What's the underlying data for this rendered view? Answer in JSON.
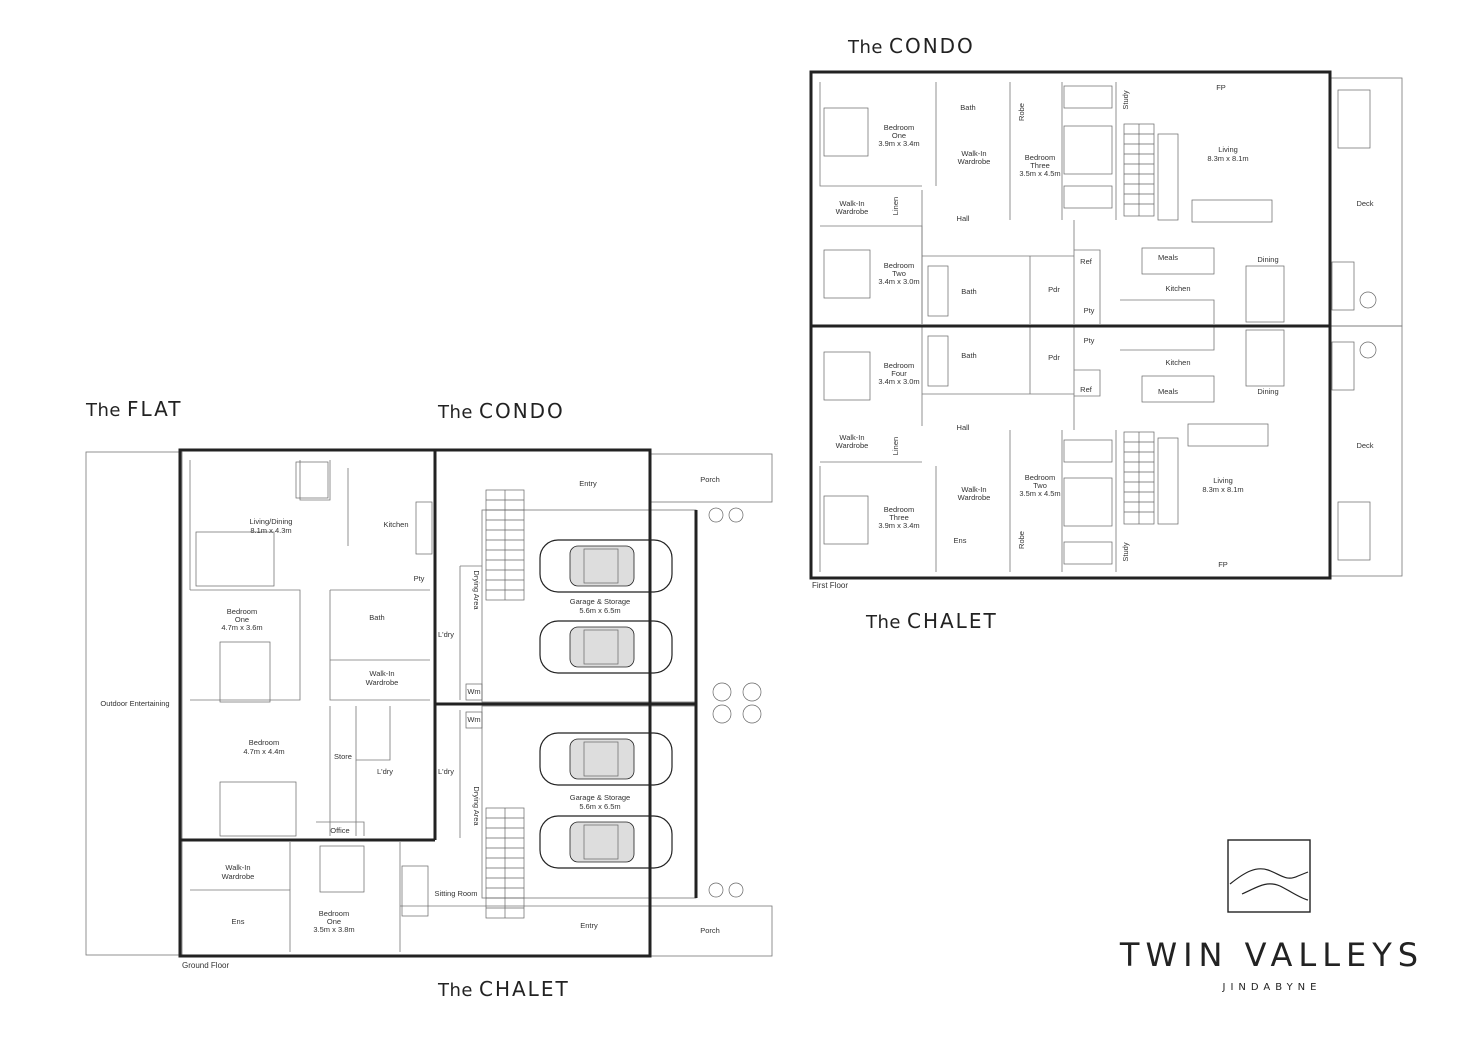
{
  "titles": {
    "condo_top": {
      "the": "The",
      "name": "CONDO"
    },
    "chalet_top": {
      "the": "The",
      "name": "CHALET"
    },
    "flat": {
      "the": "The",
      "name": "FLAT"
    },
    "condo_bottom": {
      "the": "The",
      "name": "CONDO"
    },
    "chalet_bottom": {
      "the": "The",
      "name": "CHALET"
    }
  },
  "floors": {
    "first": "First Floor",
    "ground": "Ground Floor"
  },
  "first_floor": {
    "condo": {
      "bed_one": [
        "Bedroom",
        "One",
        "3.9m x 3.4m"
      ],
      "bath": "Bath",
      "walk_in": [
        "Walk-In",
        "Wardrobe"
      ],
      "robe": "Robe",
      "study": "Study",
      "fp": "FP",
      "living": [
        "Living",
        "8.3m x 8.1m"
      ],
      "bed_three": [
        "Bedroom",
        "Three",
        "3.5m x 4.5m"
      ],
      "walk_in_2": [
        "Walk-In",
        "Wardrobe"
      ],
      "linen": "Linen",
      "hall": "Hall",
      "deck": "Deck",
      "ref": "Ref",
      "meals": "Meals",
      "dining": "Dining",
      "bed_two": [
        "Bedroom",
        "Two",
        "3.4m x 3.0m"
      ],
      "bath2": "Bath",
      "pdr": "Pdr",
      "kitchen": "Kitchen",
      "pty": "Pty"
    },
    "chalet": {
      "pty": "Pty",
      "kitchen": "Kitchen",
      "bed_four": [
        "Bedroom",
        "Four",
        "3.4m x 3.0m"
      ],
      "bath": "Bath",
      "pdr": "Pdr",
      "ref": "Ref",
      "meals": "Meals",
      "dining": "Dining",
      "hall": "Hall",
      "walk_in": [
        "Walk-In",
        "Wardrobe"
      ],
      "linen": "Linen",
      "deck": "Deck",
      "bed_two": [
        "Bedroom",
        "Two",
        "3.5m x 4.5m"
      ],
      "living": [
        "Living",
        "8.3m x 8.1m"
      ],
      "bed_three": [
        "Bedroom",
        "Three",
        "3.9m x 3.4m"
      ],
      "walk_in_2": [
        "Walk-In",
        "Wardrobe"
      ],
      "ens": "Ens",
      "robe": "Robe",
      "study": "Study",
      "fp": "FP"
    }
  },
  "ground_floor": {
    "flat": {
      "living": [
        "Living/Dining",
        "8.1m x 4.3m"
      ],
      "kitchen": "Kitchen",
      "pty": "Pty",
      "bed_one": [
        "Bedroom",
        "One",
        "4.7m x 3.6m"
      ],
      "bath": "Bath",
      "walk_in": [
        "Walk-In",
        "Wardrobe"
      ],
      "outdoor": "Outdoor Entertaining",
      "bedroom": [
        "Bedroom",
        "4.7m x 4.4m"
      ],
      "store": "Store",
      "laundry": "L'dry",
      "office": "Office"
    },
    "condo": {
      "entry": "Entry",
      "porch": "Porch",
      "drying": "Drying Area",
      "laundry": "L'dry",
      "wm": "Wm",
      "garage": [
        "Garage & Storage",
        "5.6m x 6.5m"
      ]
    },
    "chalet": {
      "wm": "Wm",
      "laundry": "L'dry",
      "drying": "Drying Area",
      "garage": [
        "Garage & Storage",
        "5.6m x 6.5m"
      ],
      "walk_in": [
        "Walk-In",
        "Wardrobe"
      ],
      "ens": "Ens",
      "bed_one": [
        "Bedroom",
        "One",
        "3.5m x 3.8m"
      ],
      "sitting": "Sitting Room",
      "entry": "Entry",
      "porch": "Porch"
    }
  },
  "brand": {
    "name": "TWIN VALLEYS",
    "location": "JINDABYNE"
  }
}
